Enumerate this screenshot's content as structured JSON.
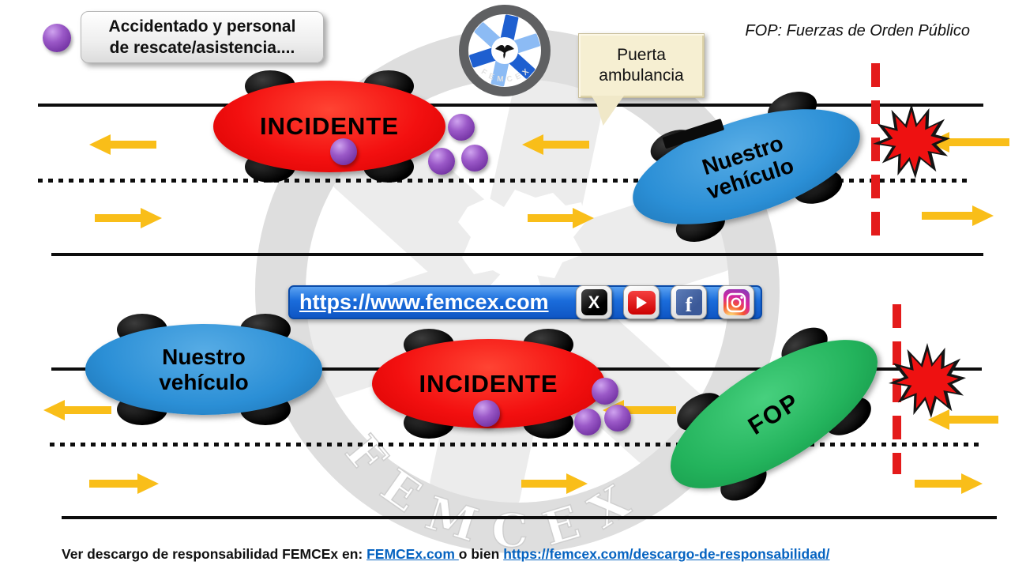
{
  "legend": {
    "marker": "purple-person-marker",
    "line1": "Accidentado y personal",
    "line2": "de rescate/asistencia...."
  },
  "top_note": "FOP: Fuerzas de Orden Público",
  "callout": {
    "text": "Puerta ambulancia"
  },
  "logo": {
    "text": "FEMCEX"
  },
  "watermark": {
    "text": "FEMCEX"
  },
  "banner": {
    "url": "https://www.femcex.com",
    "social": {
      "x": "X",
      "facebook": "f"
    }
  },
  "labels": {
    "incident": "INCIDENTE",
    "our_vehicle": "Nuestro vehículo",
    "fop": "FOP"
  },
  "footer": {
    "prefix": "Ver descargo de responsabilidad FEMCEx en: ",
    "link1": "FEMCEx.com ",
    "middle": "o bien ",
    "link2": "https://femcex.com/descargo-de-responsabilidad/"
  },
  "colors": {
    "incident_red": "#F31010",
    "vehicle_blue": "#2B8FD6",
    "fop_green": "#23B35C",
    "arrow_yellow": "#F9BE19",
    "person_purple": "#7030A0",
    "banner_blue": "#1A6CDB",
    "dash_red": "#E41B1B",
    "link_blue": "#0563C1"
  }
}
